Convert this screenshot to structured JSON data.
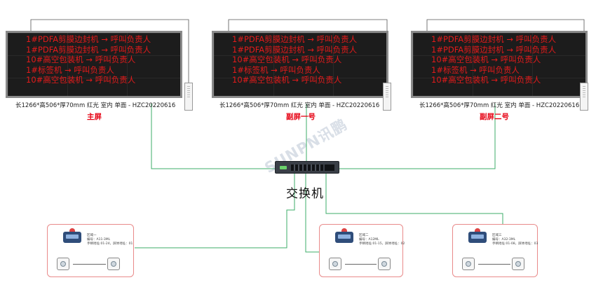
{
  "screens": [
    {
      "lines": [
        "1#PDFA剪膜边封机 → 呼叫负责人",
        "1#PDFA剪膜边封机 → 呼叫负责人",
        "10#高空包装机 → 呼叫负责人",
        "1#标签机 → 呼叫负责人",
        "10#高空包装机 → 呼叫负责人"
      ],
      "caption": "长1266*高506*厚70mm 红光 室内 单面 - HZC20220616",
      "role": "主屏"
    },
    {
      "lines": [
        "1#PDFA剪膜边封机 → 呼叫负责人",
        "1#PDFA剪膜边封机 → 呼叫负责人",
        "10#高空包装机 → 呼叫负责人",
        "1#标签机 → 呼叫负责人",
        "10#高空包装机 → 呼叫负责人"
      ],
      "caption": "长1266*高506*厚70mm 红光 室内 单面 - HZC20220616",
      "role": "副屏一号"
    },
    {
      "lines": [
        "1#PDFA剪膜边封机 → 呼叫负责人",
        "1#PDFA剪膜边封机 → 呼叫负责人",
        "10#高空包装机 → 呼叫负责人",
        "1#标签机 → 呼叫负责人",
        "10#高空包装机 → 呼叫负责人"
      ],
      "caption": "长1266*高506*厚70mm 红光 室内 单面 - HZC20220616",
      "role": "副屏二号"
    }
  ],
  "switch": {
    "label": "交换机"
  },
  "watermark": "SUNPN讯鹏",
  "cards": [
    {
      "title": "区域一",
      "line1": "编号：A11-3ML",
      "line2": "手柄地址:01-24，屏体地址：01"
    },
    {
      "title": "区域二",
      "line1": "编号：A12ML",
      "line2": "手柄地址:01-15，屏体地址：02"
    },
    {
      "title": "区域三",
      "line1": "编号：A32-3ML",
      "line2": "手柄地址:01-08，屏体地址：03"
    }
  ],
  "colors": {
    "led_text": "#e31b1b",
    "role_text": "#e60012",
    "network_cable": "#3dae6a",
    "card_border": "#e98a8a"
  }
}
